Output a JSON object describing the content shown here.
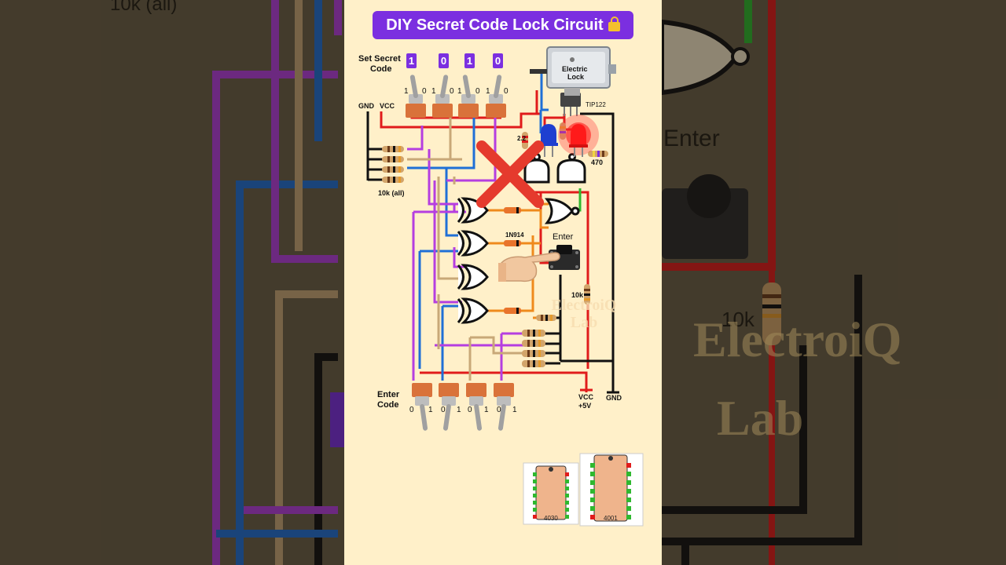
{
  "title": "DIY Secret Code Lock Circuit",
  "title_icon": "lock-icon",
  "labels": {
    "set_secret_code_line1": "Set Secret",
    "set_secret_code_line2": "Code",
    "gnd_top": "GND",
    "vcc_top": "VCC",
    "electric_lock_line1": "Electric",
    "electric_lock_line2": "Lock",
    "transistor": "TIP122",
    "res_470": "470",
    "res_22": "2.2",
    "res_10k_all": "10k (all)",
    "diode": "1N914",
    "enter": "Enter",
    "res_10k": "10k",
    "enter_code_line1": "Enter",
    "enter_code_line2": "Code",
    "vcc_bottom_line1": "VCC",
    "vcc_bottom_line2": "+5V",
    "gnd_bottom": "GND",
    "chip_left": "4030",
    "chip_right": "4001",
    "watermark_line1": "ElectroiQ",
    "watermark_line2": "Lab"
  },
  "secret_bits": [
    "1",
    "0",
    "1",
    "0"
  ],
  "toggle_pos_labels": {
    "one": "1",
    "zero": "0"
  },
  "background_text": {
    "left_top": "10k (all)",
    "right_enter": "Enter",
    "right_10k": "10k",
    "right_watermark_line1": "ElectroiQ",
    "right_watermark_line2": "Lab"
  },
  "colors": {
    "panel_bg": "#fff0c9",
    "title_bg": "#7b2fe0",
    "wire_red": "#e01b1b",
    "wire_black": "#111111",
    "wire_blue": "#1f6fd6",
    "wire_purple": "#b53ee0",
    "wire_tan": "#c8a878",
    "wire_orange": "#ef8a1c",
    "wire_green": "#2fb82f",
    "led_blue": "#1e3fd0",
    "led_red": "#ff1a1a",
    "x_mark": "#e53a2d"
  }
}
